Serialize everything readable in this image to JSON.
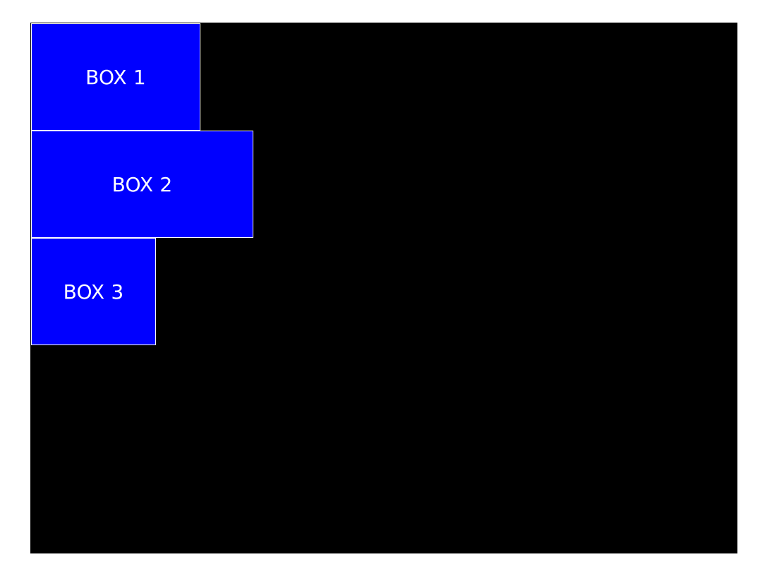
{
  "canvas": {
    "background_color": "#000000"
  },
  "boxes": [
    {
      "label": "BOX 1",
      "fill_color": "#0000ff",
      "border_color": "#ffffff",
      "text_color": "#ffffff"
    },
    {
      "label": "BOX 2",
      "fill_color": "#0000ff",
      "border_color": "#ffffff",
      "text_color": "#ffffff"
    },
    {
      "label": "BOX 3",
      "fill_color": "#0000ff",
      "border_color": "#ffffff",
      "text_color": "#ffffff"
    }
  ]
}
